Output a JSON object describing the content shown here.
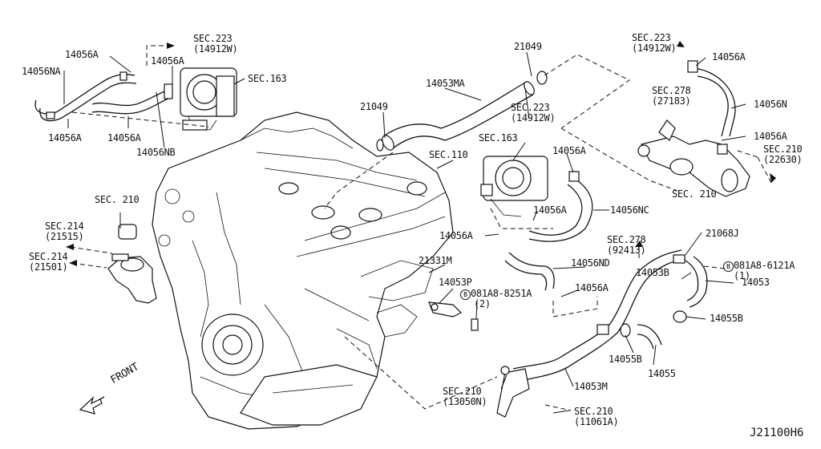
{
  "labels": {
    "p14056A_tl": "14056A",
    "p14056NA": "14056NA",
    "p14056A_tl2": "14056A",
    "p14056A_bl1": "14056A",
    "p14056A_bl2": "14056A",
    "p14056NB": "14056NB",
    "sec223_tl": "SEC.223",
    "sec223_tl_sub": "(14912W)",
    "sec163_tl": "SEC.163",
    "p21049_top": "21049",
    "p14053MA": "14053MA",
    "p21049_mid": "21049",
    "sec223_mid": "SEC.223",
    "sec223_mid_sub": "(14912W)",
    "sec163_mid": "SEC.163",
    "sec110": "SEC.110",
    "p14056A_mid": "14056A",
    "p14056A_mid2": "14056A",
    "p14056NC": "14056NC",
    "p14056A_mid3": "14056A",
    "sec223_tr": "SEC.223",
    "sec223_tr_sub": "(14912W)",
    "p14056A_tr": "14056A",
    "sec278_tr": "SEC.278",
    "sec278_tr_sub": "(27183)",
    "p14056N": "14056N",
    "p14056A_tr2": "14056A",
    "sec210_tr": "SEC.210",
    "sec210_tr_sub": "(22630)",
    "sec210_mid_r": "SEC. 210",
    "sec210_left": "SEC. 210",
    "sec214_a": "SEC.214",
    "sec214_a_sub": "(21515)",
    "sec214_b": "SEC.214",
    "sec214_b_sub": "(21501)",
    "p21331M": "21331M",
    "p14053P": "14053P",
    "bolt_8251": "081A8-8251A",
    "bolt_8251_qty": "(2)",
    "p14056ND": "14056ND",
    "p14056A_low": "14056A",
    "sec278_r": "SEC.278",
    "sec278_r_sub": "(92413)",
    "p21068J": "21068J",
    "bolt_6121": "081A8-6121A",
    "bolt_6121_qty": "(1)",
    "p14053B": "14053B",
    "p14053": "14053",
    "p14055B_r": "14055B",
    "p14055B": "14055B",
    "p14055": "14055",
    "p14053M": "14053M",
    "sec210_bl": "SEC.210",
    "sec210_bl_sub": "(13050N)",
    "sec210_br": "SEC.210",
    "sec210_br_sub": "(11061A)",
    "front": "FRONT",
    "bolt_mark": "B",
    "diagram_code": "J21100H6"
  },
  "icons": {
    "front_arrow": "front-arrow-icon",
    "bolt_marker": "circled-b-icon"
  }
}
